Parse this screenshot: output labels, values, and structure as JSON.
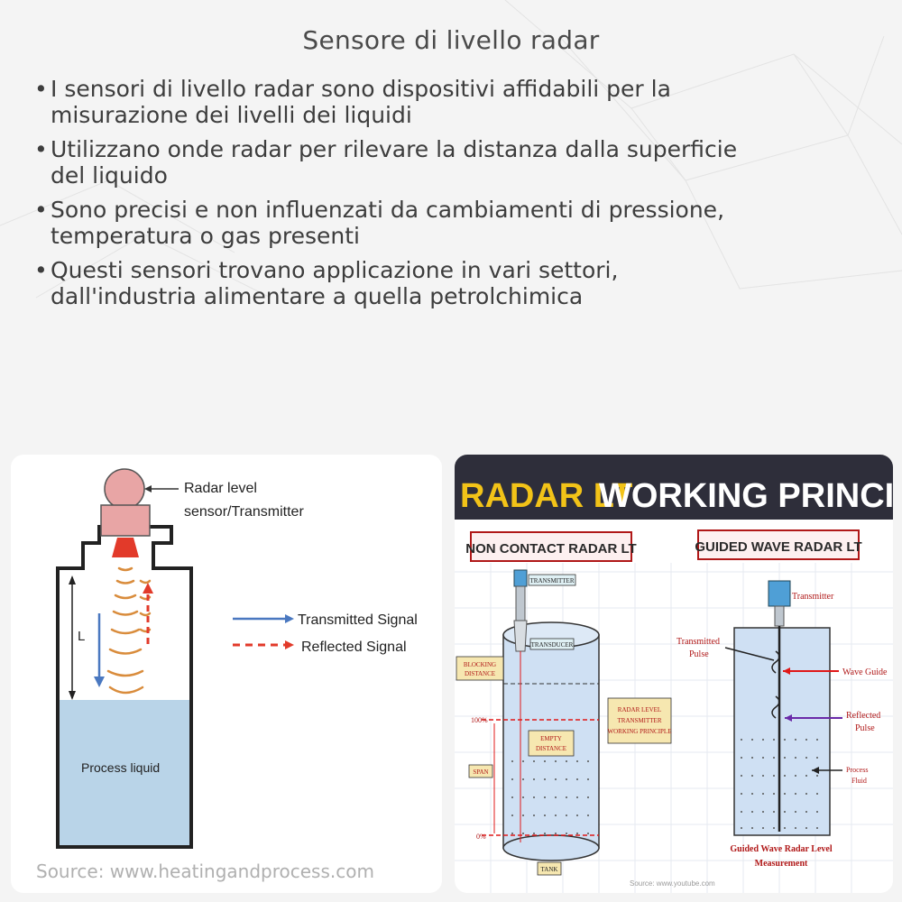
{
  "title": "Sensore di livello radar",
  "bullets": [
    {
      "line1": "I sensori di livello radar sono dispositivi affidabili per la",
      "line2": "misurazione dei livelli dei liquidi"
    },
    {
      "line1": "Utilizzano onde radar per rilevare la distanza dalla superficie",
      "line2": "del liquido"
    },
    {
      "line1": "Sono precisi e non influenzati da cambiamenti di pressione,",
      "line2": "temperatura o gas presenti"
    },
    {
      "line1": "Questi sensori trovano applicazione in vari settori,",
      "line2": "dall'industria alimentare a quella petrolchimica"
    }
  ],
  "left_figure": {
    "sensor_label_1": "Radar level",
    "sensor_label_2": "sensor/Transmitter",
    "level_label": "L",
    "legend_transmitted": "Transmitted Signal",
    "legend_reflected": "Reflected Signal",
    "liquid_label": "Process liquid",
    "source": "Source: www.heatingandprocess.com",
    "colors": {
      "liquid": "#b9d4e8",
      "sensor": "#e8a5a5",
      "emitter": "#e23a2a",
      "wave": "#d98c3c",
      "transmitted": "#4a78c0",
      "reflected": "#e23a2a"
    }
  },
  "right_figure": {
    "banner_1": "RADAR LT",
    "banner_2": "WORKING PRINCIPLE",
    "section_left": "NON CONTACT RADAR LT",
    "section_right": "GUIDED WAVE RADAR LT",
    "transmitter": "TRANSMITTER",
    "transducer": "TRANSDUCER",
    "blocking_1": "BLOCKING",
    "blocking_2": "DISTANCE",
    "pct_100": "100%",
    "pct_0": "0%",
    "span": "SPAN",
    "empty_1": "EMPTY",
    "empty_2": "DISTANCE",
    "radar_1": "RADAR LEVEL",
    "radar_2": "TRANSMITTER",
    "radar_3": "WORKING PRINCIPLE",
    "tank": "TANK",
    "gw_transmitter": "Transmitter",
    "gw_tx_pulse_1": "Transmitted",
    "gw_tx_pulse_2": "Pulse",
    "gw_wave_guide": "Wave Guide",
    "gw_reflected_1": "Reflected",
    "gw_reflected_2": "Pulse",
    "gw_process_1": "Process",
    "gw_process_2": "Fluid",
    "gw_caption_1": "Guided Wave Radar Level",
    "gw_caption_2": "Measurement",
    "source": "Source: www.youtube.com",
    "colors": {
      "banner_bg": "#2e2e3a",
      "banner_yellow": "#f2c318",
      "tank": "#cfe0f3",
      "label_box": "#f6e7b0",
      "label_text": "#b01818",
      "arrow_red": "#e01818",
      "arrow_purple": "#6a2aa8"
    }
  }
}
